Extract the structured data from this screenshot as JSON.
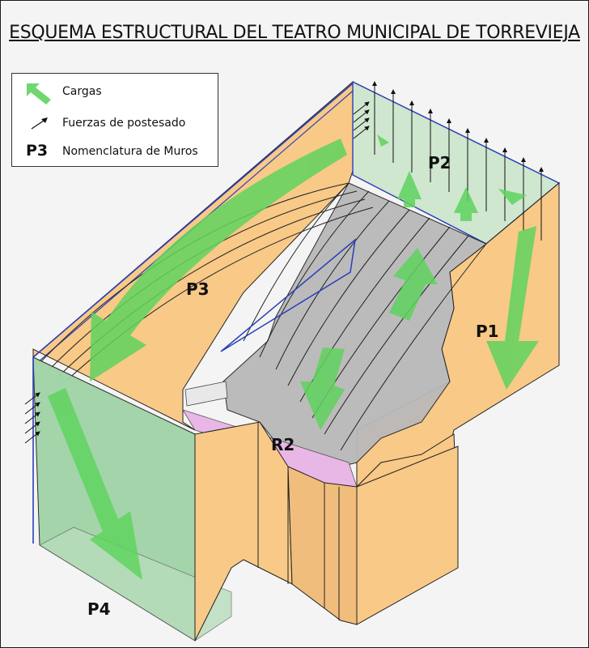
{
  "title": "ESQUEMA ESTRUCTURAL DEL TEATRO MUNICIPAL DE TORREVIEJA",
  "legend": {
    "loads": "Cargas",
    "post_tension": "Fuerzas de postesado",
    "code_example": "P3",
    "nomenclature": "Nomenclatura de Muros"
  },
  "walls": {
    "p1": "P1",
    "p2": "P2",
    "p3": "P3",
    "p4": "P4",
    "r2": "R2"
  },
  "colors": {
    "wall_fill": "#f8c987",
    "wall_dark": "#edb070",
    "green_wall": "#9fd3a7",
    "load_arrow": "#5fd35f",
    "roof_grey": "#b9b9b9",
    "pink_band": "#e9b7e6",
    "edge_blue": "#2a3fb8"
  },
  "icons": {
    "loads": "green-arrow-icon",
    "post_tension": "black-arrow-icon"
  }
}
